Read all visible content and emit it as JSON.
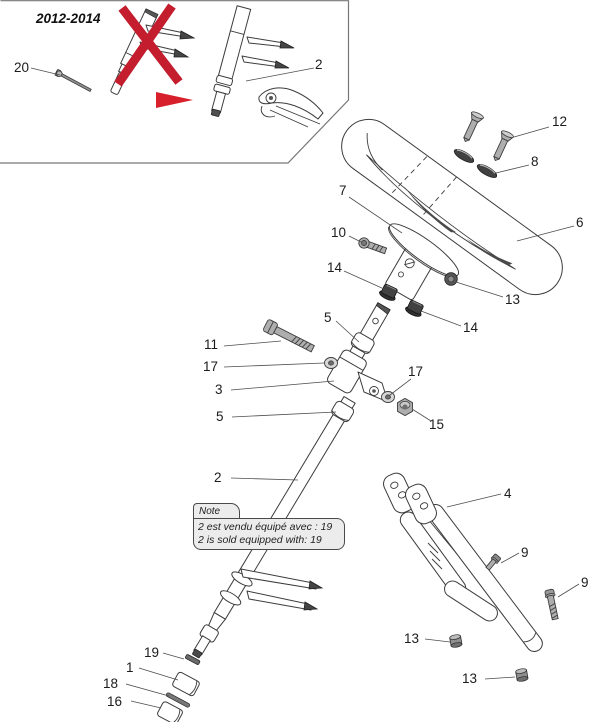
{
  "inset": {
    "year_range": "2012-2014"
  },
  "note": {
    "tab": "Note",
    "line_fr": "2 est vendu équipé avec : 19",
    "line_en": "2 is sold equipped with: 19"
  },
  "colors": {
    "prohibition_red": "#c31d2e",
    "arrow_red": "#d7202b",
    "line": "#3c3c3c",
    "note_bg": "#ececec"
  },
  "labels": {
    "p20": "20",
    "p2_inset": "2",
    "p12": "12",
    "p8": "8",
    "p7": "7",
    "p6": "6",
    "p10": "10",
    "p14_upper": "14",
    "p13_wheel": "13",
    "p14_lower": "14",
    "p5_upper": "5",
    "p11": "11",
    "p17_left": "17",
    "p3": "3",
    "p17_right": "17",
    "p5_lower": "5",
    "p15": "15",
    "p2_shaft": "2",
    "p4": "4",
    "p9_upper": "9",
    "p9_lower": "9",
    "p13_bracket_left": "13",
    "p13_bracket_bottom": "13",
    "p19": "19",
    "p1": "1",
    "p18": "18",
    "p16": "16"
  }
}
